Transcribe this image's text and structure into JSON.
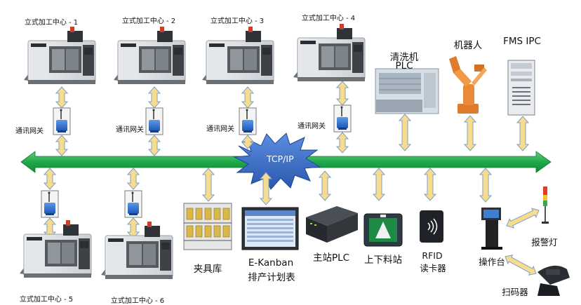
{
  "network": {
    "protocol": "TCP/IP"
  },
  "machines": {
    "m1": "立式加工中心 - 1",
    "m2": "立式加工中心 - 2",
    "m3": "立式加工中心 - 3",
    "m4": "立式加工中心 - 4",
    "m5": "立式加工中心 - 5",
    "m6": "立式加工中心 - 6"
  },
  "gateway_label": "通讯网关",
  "devices": {
    "washer_line1": "清洗机",
    "washer_line2": "PLC",
    "robot": "机器人",
    "fms": "FMS IPC",
    "fixture": "夹具库",
    "kanban_line1": "E-Kanban",
    "kanban_line2": "排产计划表",
    "master_plc": "主站PLC",
    "loading": "上下料站",
    "rfid_line1": "RFID",
    "rfid_line2": "读卡器",
    "console": "操作台",
    "alarm": "报警灯",
    "scanner": "扫码器"
  },
  "colors": {
    "bus": "#1fa84a",
    "arrow_fill": "#f7dc8e",
    "arrow_stroke": "#7d9fc8",
    "cloud": "#3f6fc4",
    "gateway": "#2f6fd0"
  }
}
